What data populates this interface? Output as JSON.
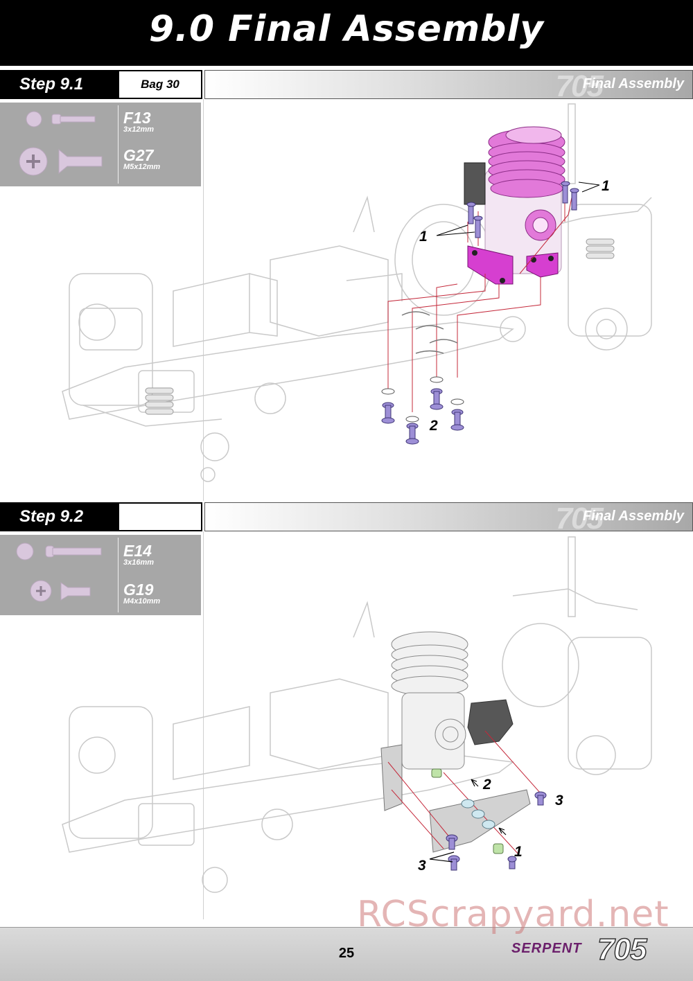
{
  "page": {
    "title": "9.0 Final Assembly",
    "page_number": "25",
    "watermark": "RCScrapyard.net",
    "brand": "SERPENT",
    "model": "705"
  },
  "step1": {
    "label": "Step 9.1",
    "bag": "Bag 30",
    "banner": "Final Assembly",
    "banner_watermark": "705",
    "parts": [
      {
        "code": "F13",
        "size": "3x12mm",
        "icon": "button-head-screw-icon"
      },
      {
        "code": "G27",
        "size": "M5x12mm",
        "icon": "countersunk-screw-icon"
      }
    ],
    "callouts": [
      "1",
      "1",
      "2"
    ]
  },
  "step2": {
    "label": "Step 9.2",
    "bag": "",
    "banner": "Final Assembly",
    "banner_watermark": "705",
    "parts": [
      {
        "code": "E14",
        "size": "3x16mm",
        "icon": "button-head-screw-icon"
      },
      {
        "code": "G19",
        "size": "M4x10mm",
        "icon": "countersunk-screw-icon"
      }
    ],
    "callouts": [
      "2",
      "3",
      "1",
      "3"
    ]
  }
}
